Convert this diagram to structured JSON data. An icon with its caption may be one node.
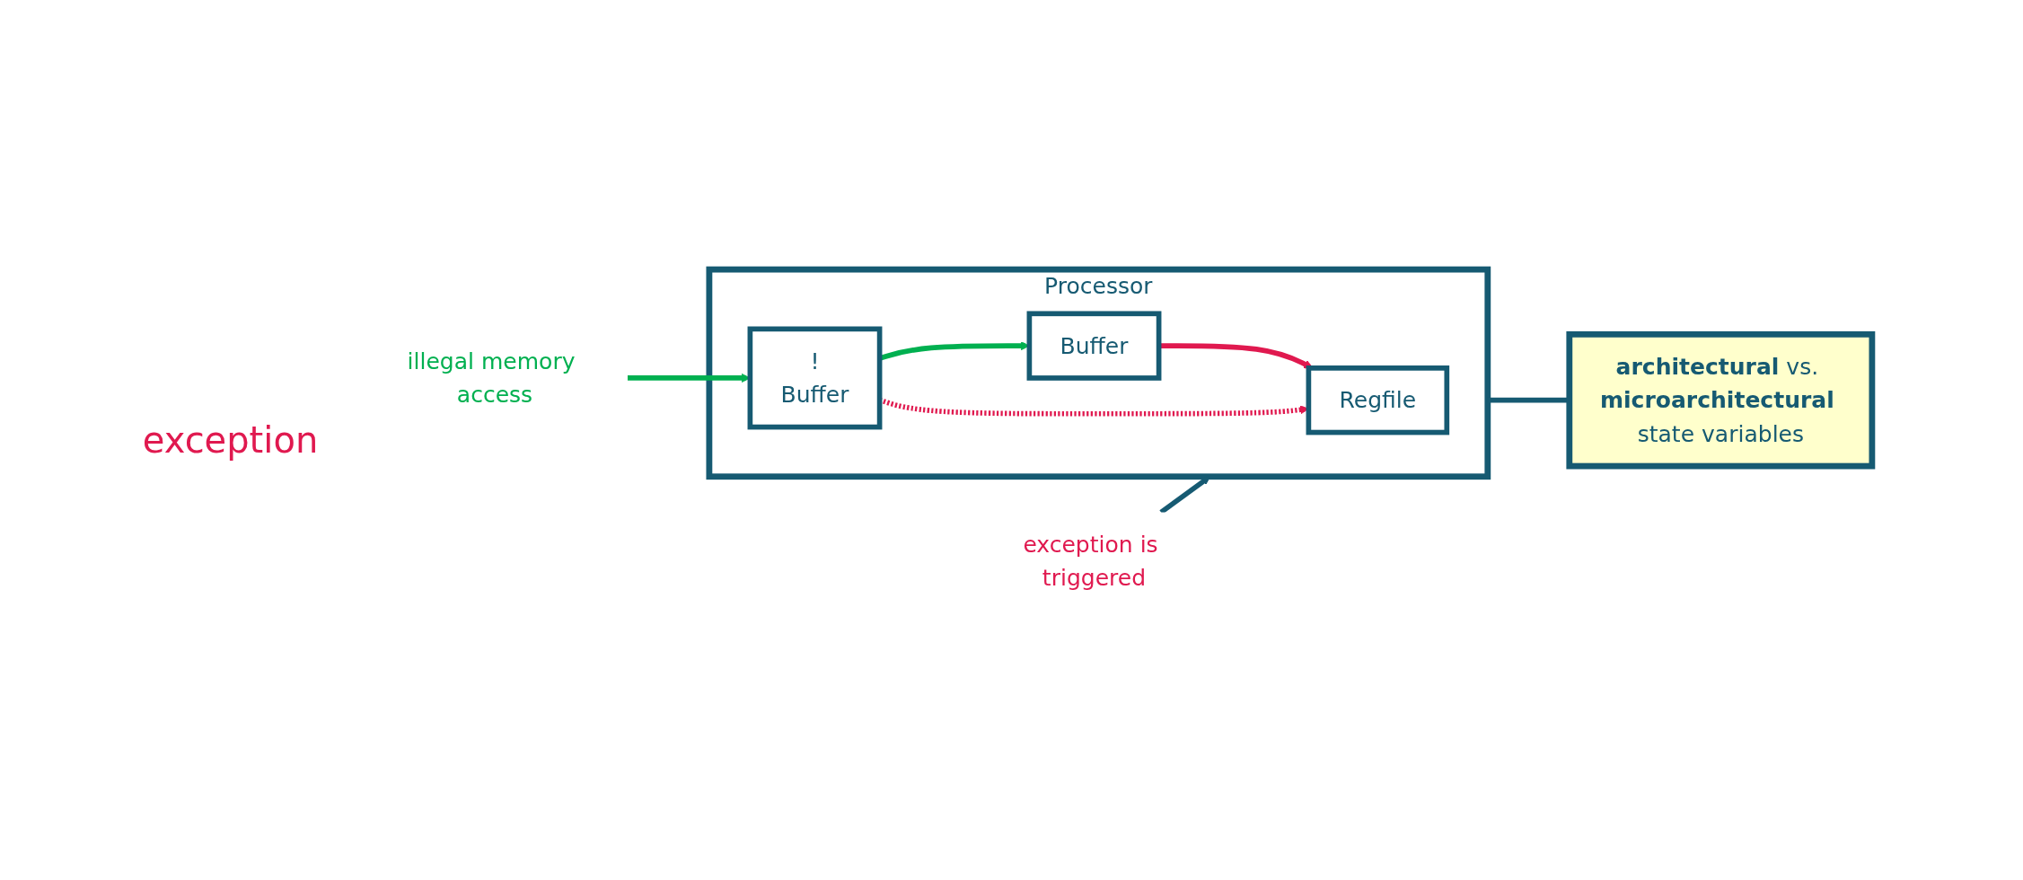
{
  "diagram": {
    "nodes": [
      {
        "text": [
          "Processor"
        ]
      },
      {
        "text": [
          "Regfile"
        ],
        "in": 0
      },
      {
        "text": [
          "Buffer"
        ],
        "in": 0
      },
      {
        "text": [
          "!",
          "Buffer"
        ],
        "in": 0
      },
      {
        "text": [
          "**architectural** vs. **microarchitectural** state variables"
        ]
      },
      {
        "text": [
          "illegal memory access"
        ]
      },
      {
        "text": [
          "exception is triggered"
        ]
      }
    ],
    "edges": [
      {
        "from": 0,
        "to": 4,
        "arrow": "none"
      },
      {
        "from": 2,
        "to": 1,
        "arrow": "to",
        "color": "#e0194f"
      },
      {
        "from": 3,
        "to": 1,
        "arrow": "to",
        "style": "dashed",
        "color": "#e0194f"
      },
      {
        "from": 3,
        "to": 2,
        "arrow": "to",
        "color": "#00b050"
      },
      {
        "from": 5,
        "to": 3,
        "arrow": "to",
        "color": "#00b050"
      },
      {
        "from": 6,
        "to": 0,
        "arrow": "to"
      }
    ],
    "labels": [
      "exception"
    ]
  }
}
